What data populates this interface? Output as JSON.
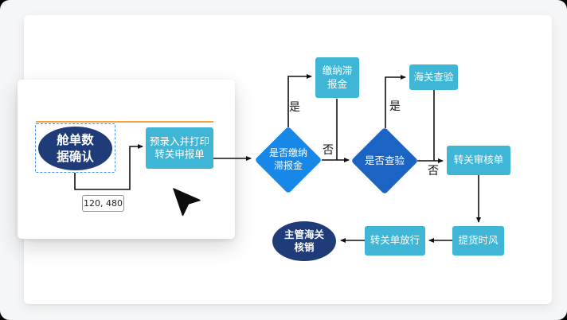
{
  "colors": {
    "navy": "#1f3c78",
    "teal": "#3fb6d6",
    "decision_blue": "#1787e8",
    "decision_dark_blue": "#1b64c4",
    "guide_orange": "#f2a33c",
    "selection_blue": "#3f8fe8",
    "connector_black": "#111111"
  },
  "editor": {
    "coordinate_tooltip": "120, 480"
  },
  "nodes": {
    "start": {
      "line1": "舱单数",
      "line2": "据确认"
    },
    "preentry": {
      "line1": "预录入并打印",
      "line2": "转关申报单"
    },
    "pay_fee_decision": {
      "line1": "是否缴纳",
      "line2": "滞报金"
    },
    "pay_fee": {
      "line1": "缴纳滞",
      "line2": "报金"
    },
    "inspect_decision": {
      "label": "是否查验"
    },
    "customs_inspect": {
      "label": "海关查验"
    },
    "review_form": {
      "label": "转关审核单"
    },
    "pickup": {
      "label": "提货时风"
    },
    "release": {
      "label": "转关单放行"
    },
    "end": {
      "line1": "主管海关",
      "line2": "核销"
    }
  },
  "edge_labels": {
    "yes": "是",
    "no": "否"
  }
}
